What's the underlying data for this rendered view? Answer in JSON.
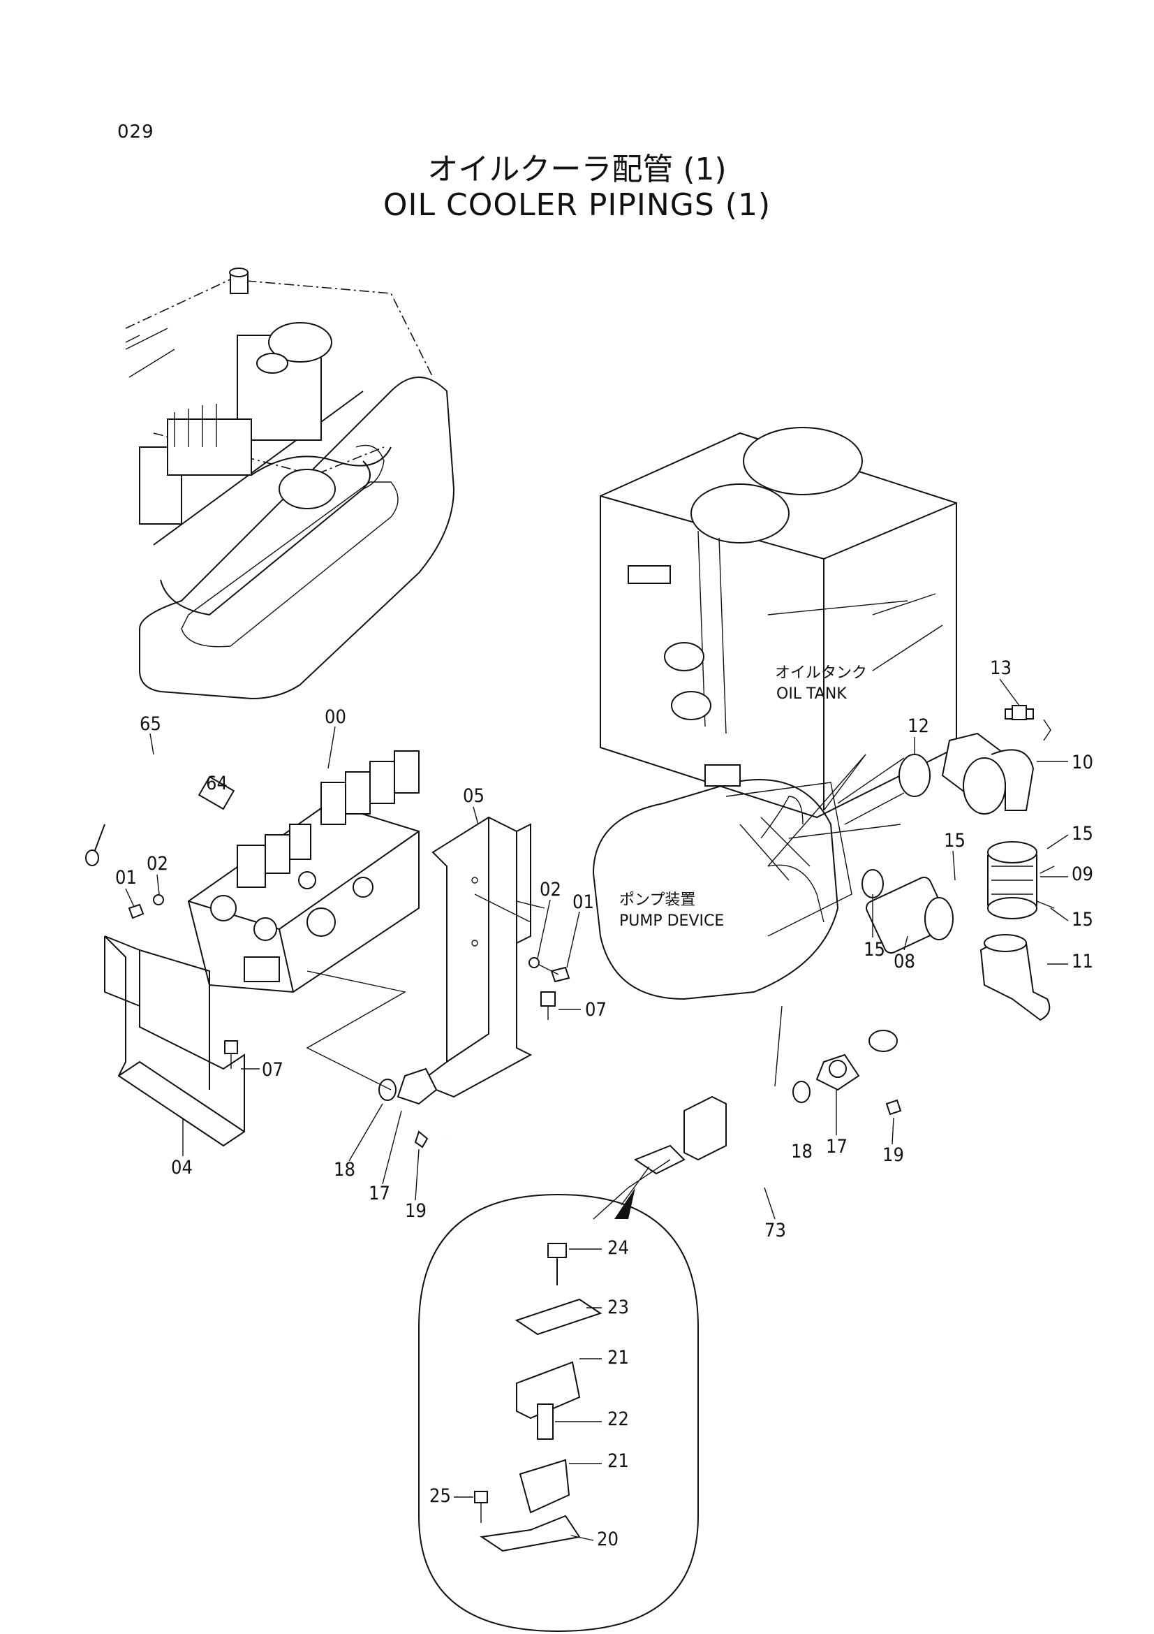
{
  "header": {
    "page_number": "029",
    "title_jp": "オイルクーラ配管 (1)",
    "title_en": "OIL COOLER PIPINGS (1)"
  },
  "callouts": {
    "oil_tank_jp": "オイルタンク",
    "oil_tank_en": "OIL TANK",
    "pump_jp": "ポンプ装置",
    "pump_en": "PUMP DEVICE"
  },
  "parts": {
    "p00": "00",
    "p01a": "01",
    "p01b": "01",
    "p02a": "02",
    "p02b": "02",
    "p04": "04",
    "p05": "05",
    "p07a": "07",
    "p07b": "07",
    "p08": "08",
    "p09": "09",
    "p10": "10",
    "p11": "11",
    "p12": "12",
    "p13": "13",
    "p15a": "15",
    "p15b": "15",
    "p15c": "15",
    "p15d": "15",
    "p17a": "17",
    "p17b": "17",
    "p18a": "18",
    "p18b": "18",
    "p19a": "19",
    "p19b": "19",
    "p20": "20",
    "p21a": "21",
    "p21b": "21",
    "p22": "22",
    "p23": "23",
    "p24": "24",
    "p25": "25",
    "p64": "64",
    "p65": "65",
    "p73": "73"
  }
}
